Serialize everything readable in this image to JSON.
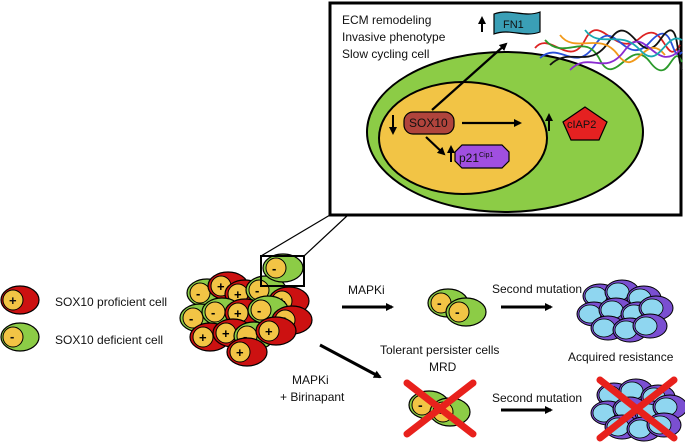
{
  "legend": {
    "proficient": {
      "sign": "+",
      "label": "SOX10 proficient cell"
    },
    "deficient": {
      "sign": "-",
      "label": "SOX10 deficient cell"
    }
  },
  "inset": {
    "notes": [
      "ECM remodeling",
      "Invasive phenotype",
      "Slow cycling cell"
    ],
    "fn1": "FN1",
    "sox10": "SOX10",
    "p21_base": "p21",
    "p21_super": "Cip1",
    "ciap2": "cIAP2"
  },
  "flow": {
    "mapki": "MAPKi",
    "mapki_combo_line1": "MAPKi",
    "mapki_combo_line2": "+ Birinapant",
    "second_mutation_top": "Second mutation",
    "second_mutation_bottom": "Second mutation",
    "tolerant_line1": "Tolerant persister cells",
    "tolerant_line2": "MRD",
    "acquired_resistance": "Acquired resistance"
  },
  "colors": {
    "proficient_outer": "#cc1111",
    "deficient_outer": "#8ccc46",
    "nucleus": "#f2c445",
    "inset_border": "#000000",
    "cross": "#e8211c",
    "resistant_outer": "#7a4fd1",
    "resistant_inner": "#8fd6f0",
    "sox10_fill": "#b0443c",
    "p21_fill": "#a04fe0",
    "ciap2_fill": "#e52121",
    "fn1_fill": "#3a9fb6"
  }
}
